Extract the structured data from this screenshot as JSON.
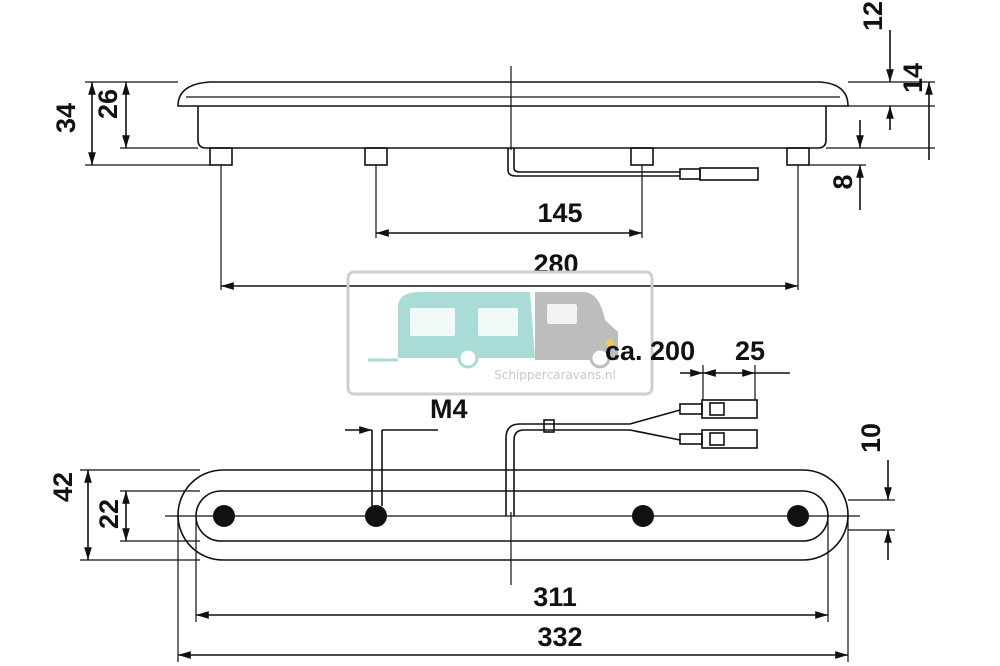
{
  "dimensions": {
    "top_height_total": "34",
    "top_height_body": "26",
    "top_lip": "12",
    "top_depth": "14",
    "stud_height": "8",
    "stud_spacing_inner": "145",
    "stud_spacing_outer": "280",
    "cable_length": "ca. 200",
    "connector_length": "25",
    "thread": "M4",
    "connector_spacing": "10",
    "bottom_height_total": "42",
    "bottom_height_inner": "22",
    "bottom_length_inner": "311",
    "bottom_length_total": "332"
  },
  "watermark": {
    "text": "Schippercaravans.nl",
    "colors": {
      "caravan": "#a9dcd6",
      "camper": "#bdbdbd",
      "frame": "#cfcfcf"
    }
  }
}
